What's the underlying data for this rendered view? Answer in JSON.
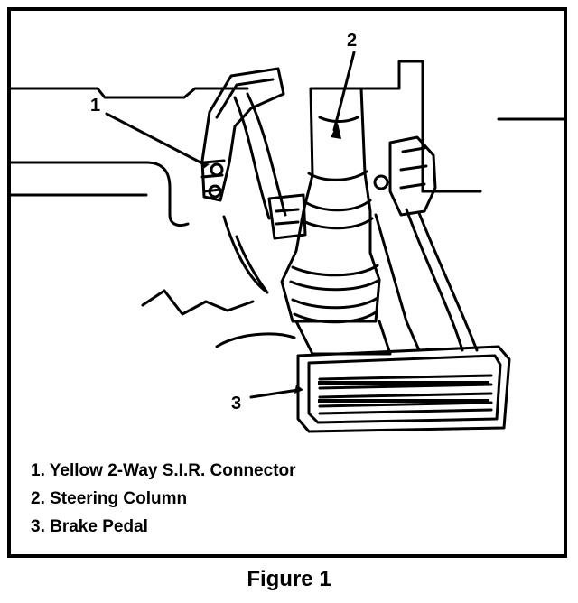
{
  "figure": {
    "callouts": [
      {
        "id": "1",
        "text": "1"
      },
      {
        "id": "2",
        "text": "2"
      },
      {
        "id": "3",
        "text": "3"
      }
    ],
    "legend": [
      "1. Yellow 2-Way S.I.R. Connector",
      "2. Steering Column",
      "3. Brake Pedal"
    ],
    "caption": "Figure 1"
  }
}
